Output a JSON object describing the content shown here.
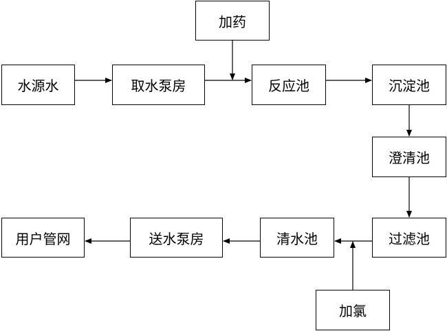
{
  "diagram": {
    "type": "flowchart",
    "nodes": {
      "water_source": "水源水",
      "intake_pump": "取水泵房",
      "dosing": "加药",
      "reaction": "反应池",
      "sedimentation": "沉淀池",
      "clarifier": "澄清池",
      "filter": "过滤池",
      "clear_water": "清水池",
      "delivery_pump": "送水泵房",
      "user_network": "用户管网",
      "chlorination": "加氯"
    },
    "edges": [
      {
        "from": "water_source",
        "to": "intake_pump"
      },
      {
        "from": "intake_pump",
        "to": "reaction"
      },
      {
        "from": "dosing",
        "to": "reaction"
      },
      {
        "from": "reaction",
        "to": "sedimentation"
      },
      {
        "from": "sedimentation",
        "to": "clarifier"
      },
      {
        "from": "clarifier",
        "to": "filter"
      },
      {
        "from": "filter",
        "to": "clear_water"
      },
      {
        "from": "chlorination",
        "to": "clear_water"
      },
      {
        "from": "clear_water",
        "to": "delivery_pump"
      },
      {
        "from": "delivery_pump",
        "to": "user_network"
      }
    ],
    "colors": {
      "stroke": "#000000",
      "fill": "#ffffff",
      "text": "#000000"
    }
  }
}
